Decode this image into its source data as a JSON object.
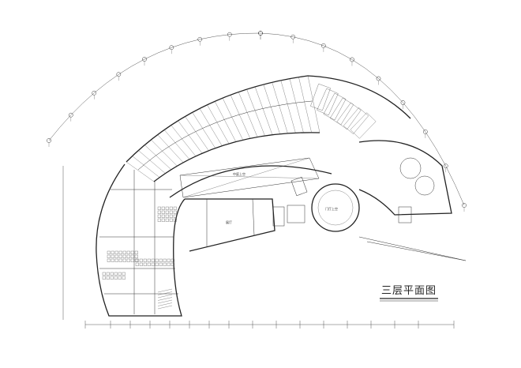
{
  "drawing_title": "三层平面图",
  "room_labels": {
    "atrium": "中庭上空",
    "exhibition": "展厅",
    "rotunda": "门厅上空"
  }
}
